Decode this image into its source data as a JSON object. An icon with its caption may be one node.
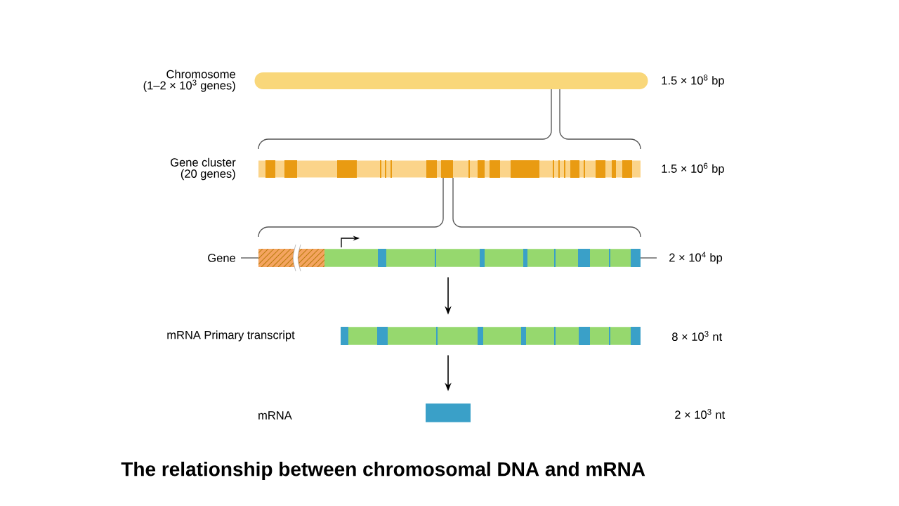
{
  "diagram": {
    "caption": "The relationship between chromosomal DNA and mRNA",
    "nodes": [
      {
        "text": [],
        "shape": "bar",
        "beside": [
          "Chromosome (1–2 × 10$^{3}$ genes)",
          "1.5 × 10$^{8}$ bp"
        ]
      },
      {
        "text": [],
        "shape": "bar",
        "beside": [
          "Gene cluster (20 genes)",
          "1.5 × 10$^{6}$ bp"
        ]
      },
      {
        "text": [],
        "shape": "bar",
        "beside": [
          "Gene",
          "2 × 10$^{4}$ bp"
        ]
      },
      {
        "text": [],
        "shape": "bar",
        "beside": [
          "mRNA Primary transcript",
          "8 × 10$^{3}$ nt"
        ]
      },
      {
        "text": [],
        "shape": "bar"
      }
    ],
    "edges": [
      {
        "from": 2,
        "to": 3,
        "arrow": "to"
      },
      {
        "from": 3,
        "to": 4,
        "arrow": "to"
      }
    ],
    "labels": [
      "mRNA",
      "2 × 10$^{3}$ nt"
    ]
  }
}
